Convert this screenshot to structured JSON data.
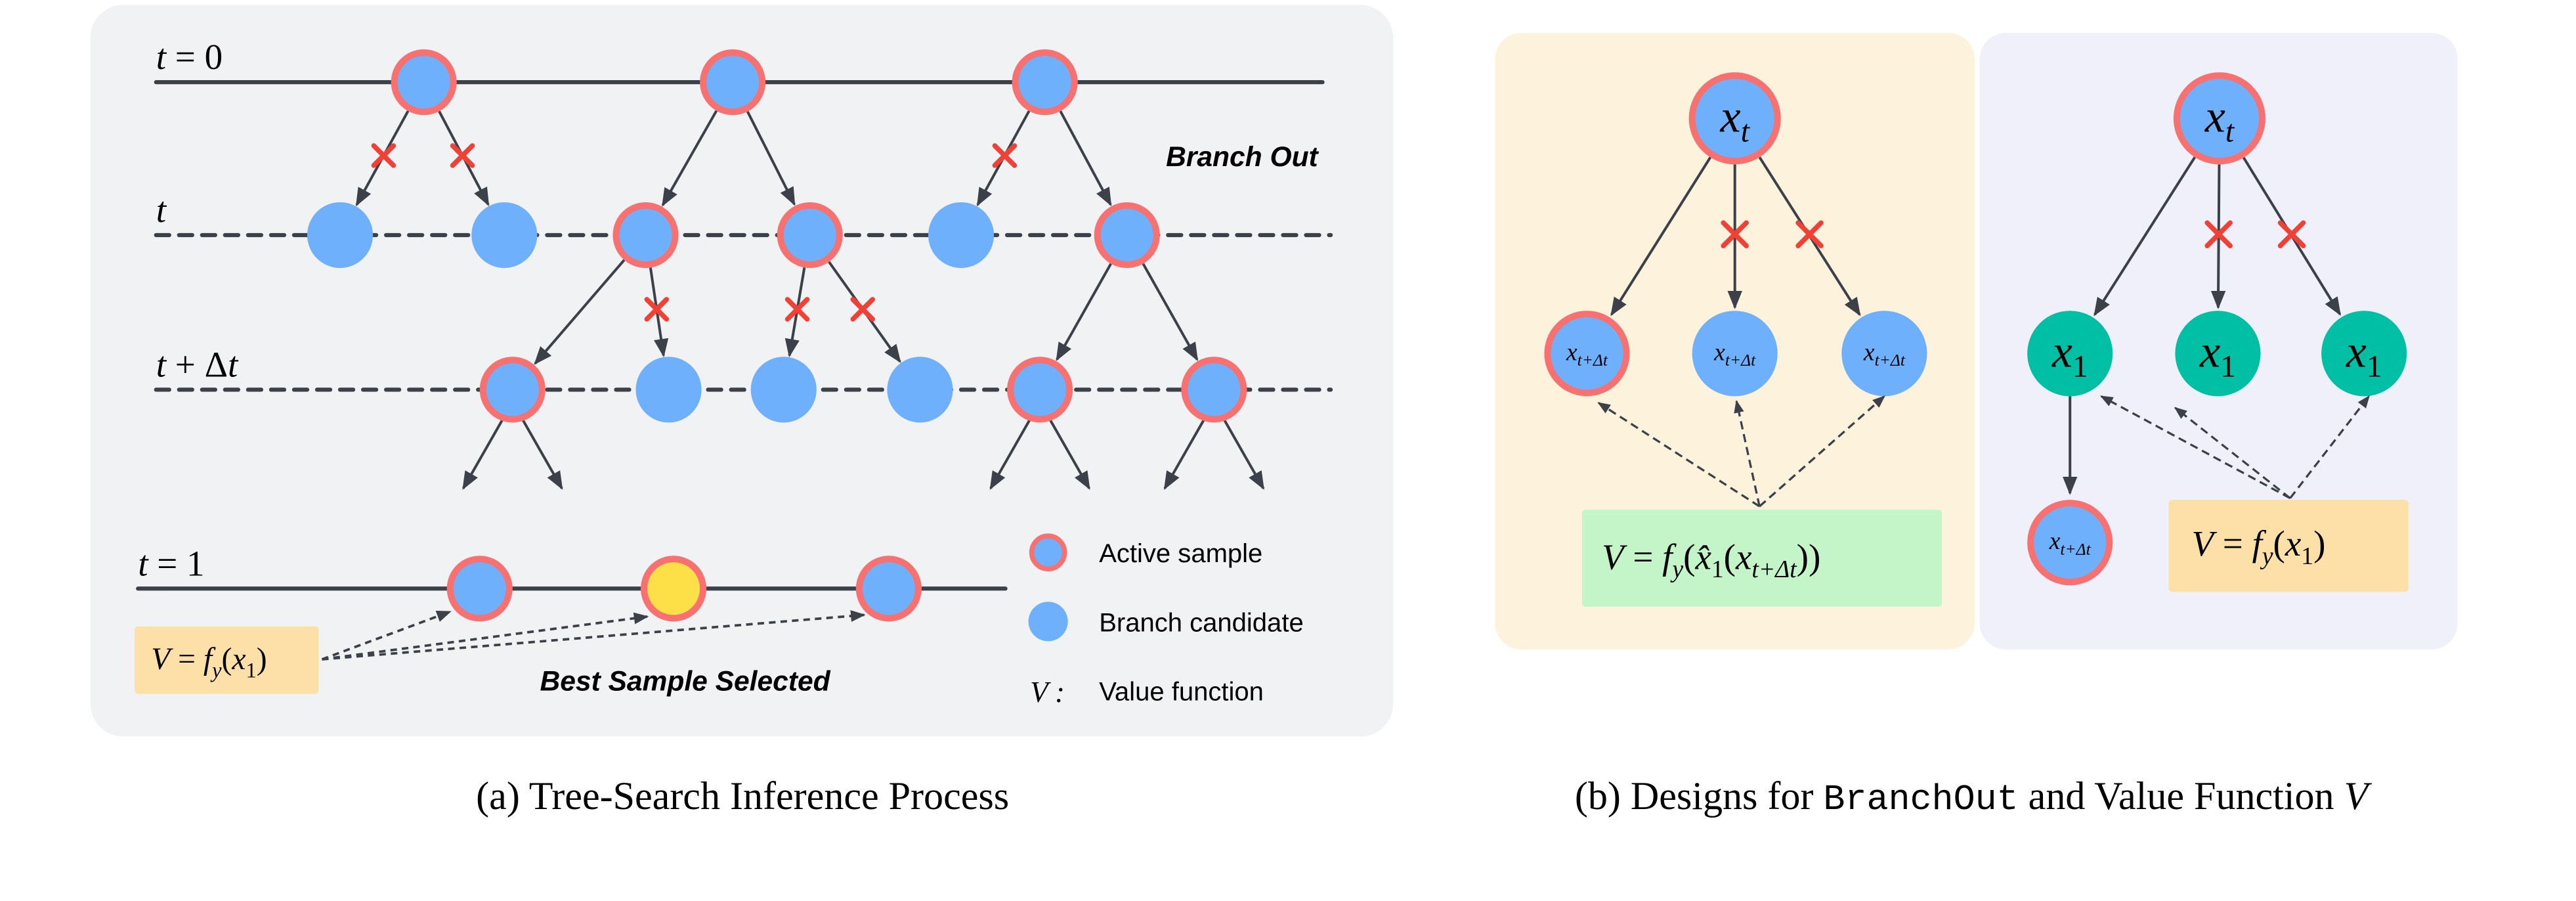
{
  "colors": {
    "panel_a_bg": "#f1f2f4",
    "panel_b1_bg": "#fdf2dc",
    "panel_b2_bg": "#f0f0fb",
    "node_blue": "#6eb0fb",
    "node_ring": "#f87171",
    "node_best": "#fde047",
    "node_teal": "#00bfa5",
    "line": "#3b4049",
    "cross": "#ef4136",
    "value_box_orange": "#fddfa8",
    "value_box_green": "#c3f5c8"
  },
  "panel_a": {
    "rows": [
      {
        "label_t": "t",
        "label_rest": " = 0",
        "style": "solid",
        "nodes": [
          {
            "kind": "active"
          },
          {
            "kind": "active"
          },
          {
            "kind": "active"
          }
        ]
      },
      {
        "label_t": "t",
        "label_rest": "",
        "style": "dashed",
        "nodes": [
          {
            "kind": "candidate"
          },
          {
            "kind": "candidate"
          },
          {
            "kind": "active"
          },
          {
            "kind": "active"
          },
          {
            "kind": "candidate"
          },
          {
            "kind": "active"
          }
        ]
      },
      {
        "label_t": "t",
        "label_rest": " + Δt",
        "style": "dashed",
        "nodes": [
          {
            "kind": "active"
          },
          {
            "kind": "candidate"
          },
          {
            "kind": "candidate"
          },
          {
            "kind": "candidate"
          },
          {
            "kind": "active"
          },
          {
            "kind": "active"
          }
        ]
      },
      {
        "label_t": "t",
        "label_rest": " = 1",
        "style": "solid",
        "nodes": [
          {
            "kind": "active"
          },
          {
            "kind": "best"
          },
          {
            "kind": "active"
          }
        ]
      }
    ],
    "edges": [
      {
        "from": [
          0,
          0
        ],
        "to": [
          1,
          0
        ],
        "pruned": true
      },
      {
        "from": [
          0,
          0
        ],
        "to": [
          1,
          1
        ],
        "pruned": true
      },
      {
        "from": [
          0,
          1
        ],
        "to": [
          1,
          2
        ],
        "pruned": false
      },
      {
        "from": [
          0,
          1
        ],
        "to": [
          1,
          3
        ],
        "pruned": false
      },
      {
        "from": [
          0,
          2
        ],
        "to": [
          1,
          4
        ],
        "pruned": true
      },
      {
        "from": [
          0,
          2
        ],
        "to": [
          1,
          5
        ],
        "pruned": false
      },
      {
        "from": [
          1,
          2
        ],
        "to": [
          2,
          0
        ],
        "pruned": false
      },
      {
        "from": [
          1,
          2
        ],
        "to": [
          2,
          1
        ],
        "pruned": true
      },
      {
        "from": [
          1,
          3
        ],
        "to": [
          2,
          2
        ],
        "pruned": true
      },
      {
        "from": [
          1,
          3
        ],
        "to": [
          2,
          3
        ],
        "pruned": true
      },
      {
        "from": [
          1,
          5
        ],
        "to": [
          2,
          4
        ],
        "pruned": false
      },
      {
        "from": [
          1,
          5
        ],
        "to": [
          2,
          5
        ],
        "pruned": false
      }
    ],
    "continuation_from": [
      [
        2,
        0
      ],
      [
        2,
        4
      ],
      [
        2,
        5
      ]
    ],
    "branch_out_label": "Branch Out",
    "best_sample_label": "Best Sample Selected",
    "value_box": {
      "V": "V",
      "eq": " = ",
      "f": "f",
      "sub_y": "y",
      "open": "(",
      "x": "x",
      "sub_1": "1",
      "close": ")"
    },
    "legend": [
      {
        "symbol": "active",
        "label": "Active sample"
      },
      {
        "symbol": "candidate",
        "label": "Branch candidate"
      },
      {
        "symbol": "V :",
        "label": "Value function"
      }
    ],
    "caption": "(a) Tree-Search Inference Process"
  },
  "panel_b": {
    "left": {
      "root_label": {
        "main": "x",
        "sub": "t"
      },
      "children": [
        {
          "main": "x",
          "sub": "t+Δt",
          "kind": "active",
          "pruned": false
        },
        {
          "main": "x",
          "sub": "t+Δt",
          "kind": "candidate",
          "pruned": true
        },
        {
          "main": "x",
          "sub": "t+Δt",
          "kind": "candidate",
          "pruned": true
        }
      ],
      "value_formula": "V = f_y(x̂_1(x_{t+Δt}))"
    },
    "right": {
      "root_label": {
        "main": "x",
        "sub": "t"
      },
      "children": [
        {
          "main": "x",
          "sub": "1",
          "kind": "teal",
          "pruned": false
        },
        {
          "main": "x",
          "sub": "1",
          "kind": "teal",
          "pruned": true
        },
        {
          "main": "x",
          "sub": "1",
          "kind": "teal",
          "pruned": true
        }
      ],
      "selected_next": {
        "main": "x",
        "sub": "t+Δt",
        "kind": "active"
      },
      "value_formula": "V = f_y(x_1)"
    },
    "caption_prefix": "(b) Designs for ",
    "caption_code": "BranchOut",
    "caption_suffix": " and Value Function ",
    "caption_var": "V"
  }
}
